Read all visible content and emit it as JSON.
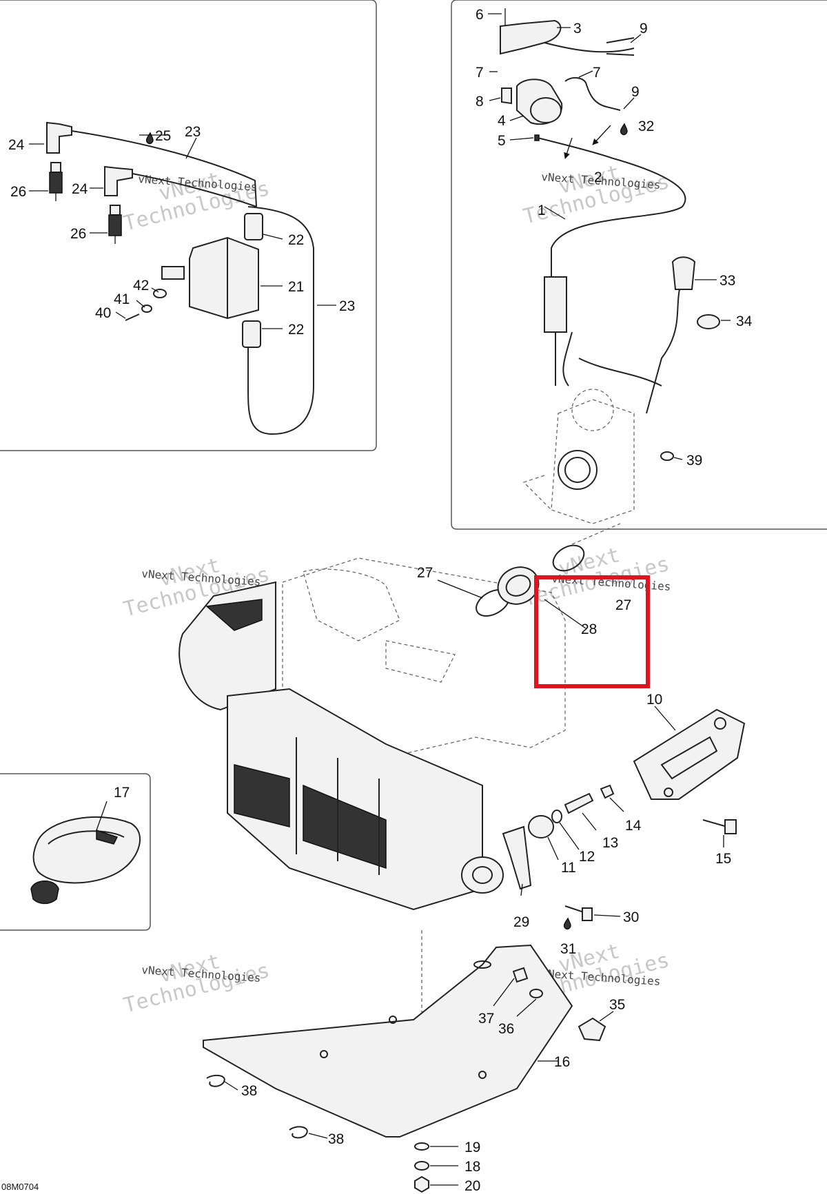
{
  "diagram": {
    "drawing_code": "08M0704",
    "watermark": {
      "line1": "vNext",
      "line2": "Technologies",
      "small": "vNext Technologies"
    },
    "highlight_color": "#e0141e",
    "labels": [
      {
        "id": "c24a",
        "text": "24"
      },
      {
        "id": "c25",
        "text": "25"
      },
      {
        "id": "c23a",
        "text": "23"
      },
      {
        "id": "c26a",
        "text": "26"
      },
      {
        "id": "c24b",
        "text": "24"
      },
      {
        "id": "c26b",
        "text": "26"
      },
      {
        "id": "c22a",
        "text": "22"
      },
      {
        "id": "c21",
        "text": "21"
      },
      {
        "id": "c42",
        "text": "42"
      },
      {
        "id": "c41",
        "text": "41"
      },
      {
        "id": "c40",
        "text": "40"
      },
      {
        "id": "c23b",
        "text": "23"
      },
      {
        "id": "c22b",
        "text": "22"
      },
      {
        "id": "c6",
        "text": "6"
      },
      {
        "id": "c3",
        "text": "3"
      },
      {
        "id": "c9a",
        "text": "9"
      },
      {
        "id": "c7a",
        "text": "7"
      },
      {
        "id": "c7b",
        "text": "7"
      },
      {
        "id": "c8",
        "text": "8"
      },
      {
        "id": "c9b",
        "text": "9"
      },
      {
        "id": "c4",
        "text": "4"
      },
      {
        "id": "c32",
        "text": "32"
      },
      {
        "id": "c5",
        "text": "5"
      },
      {
        "id": "c2",
        "text": "2"
      },
      {
        "id": "c1",
        "text": "1"
      },
      {
        "id": "c33",
        "text": "33"
      },
      {
        "id": "c34",
        "text": "34"
      },
      {
        "id": "c39",
        "text": "39"
      },
      {
        "id": "c27a",
        "text": "27"
      },
      {
        "id": "c27b",
        "text": "27"
      },
      {
        "id": "c28",
        "text": "28"
      },
      {
        "id": "c10",
        "text": "10"
      },
      {
        "id": "c17",
        "text": "17"
      },
      {
        "id": "c14",
        "text": "14"
      },
      {
        "id": "c13",
        "text": "13"
      },
      {
        "id": "c12",
        "text": "12"
      },
      {
        "id": "c11",
        "text": "11"
      },
      {
        "id": "c15",
        "text": "15"
      },
      {
        "id": "c29",
        "text": "29"
      },
      {
        "id": "c30",
        "text": "30"
      },
      {
        "id": "c31",
        "text": "31"
      },
      {
        "id": "c37",
        "text": "37"
      },
      {
        "id": "c36",
        "text": "36"
      },
      {
        "id": "c35",
        "text": "35"
      },
      {
        "id": "c16",
        "text": "16"
      },
      {
        "id": "c38a",
        "text": "38"
      },
      {
        "id": "c38b",
        "text": "38"
      },
      {
        "id": "c19",
        "text": "19"
      },
      {
        "id": "c18",
        "text": "18"
      },
      {
        "id": "c20",
        "text": "20"
      }
    ]
  }
}
